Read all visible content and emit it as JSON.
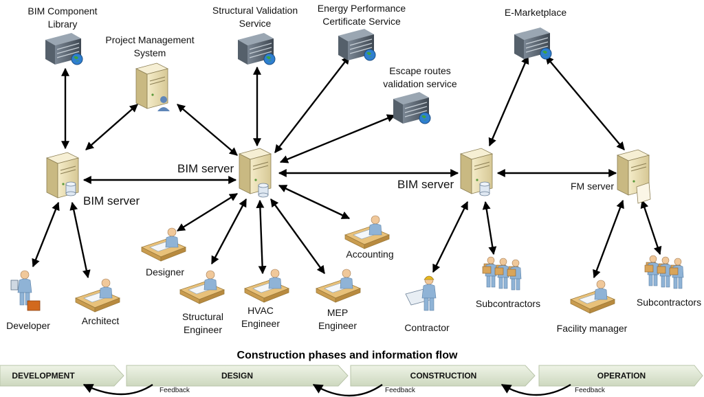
{
  "services": {
    "bim_component_library": "BIM Component\nLibrary",
    "structural_validation": "Structural Validation\nService",
    "energy_performance": "Energy Performance\nCertificate Service",
    "escape_routes": "Escape routes\nvalidation service",
    "emarketplace": "E-Marketplace",
    "project_management": "Project Management\nSystem"
  },
  "servers": {
    "bim_server_left": "BIM server",
    "bim_server_center": "BIM server",
    "bim_server_right": "BIM server",
    "fm_server": "FM server"
  },
  "actors": {
    "developer": "Developer",
    "architect": "Architect",
    "designer": "Designer",
    "structural_engineer": "Structural\nEngineer",
    "hvac_engineer": "HVAC\nEngineer",
    "mep_engineer": "MEP\nEngineer",
    "accounting": "Accounting",
    "contractor": "Contractor",
    "subcontractors_1": "Subcontractors",
    "facility_manager": "Facility manager",
    "subcontractors_2": "Subcontractors"
  },
  "phases": {
    "title": "Construction phases and information flow",
    "items": [
      "DEVELOPMENT",
      "DESIGN",
      "CONSTRUCTION",
      "OPERATION"
    ],
    "feedback_label": "Feedback"
  },
  "colors": {
    "arrow": "#000000",
    "server_body": "#e6d9a8",
    "rack_body": "#4a5560",
    "globe": "#2f7fd0",
    "person_body": "#8fb3d6",
    "person_skin": "#f0c89a",
    "phase_fill": "#dfe8d2",
    "phase_stroke": "#b8c4a8"
  }
}
